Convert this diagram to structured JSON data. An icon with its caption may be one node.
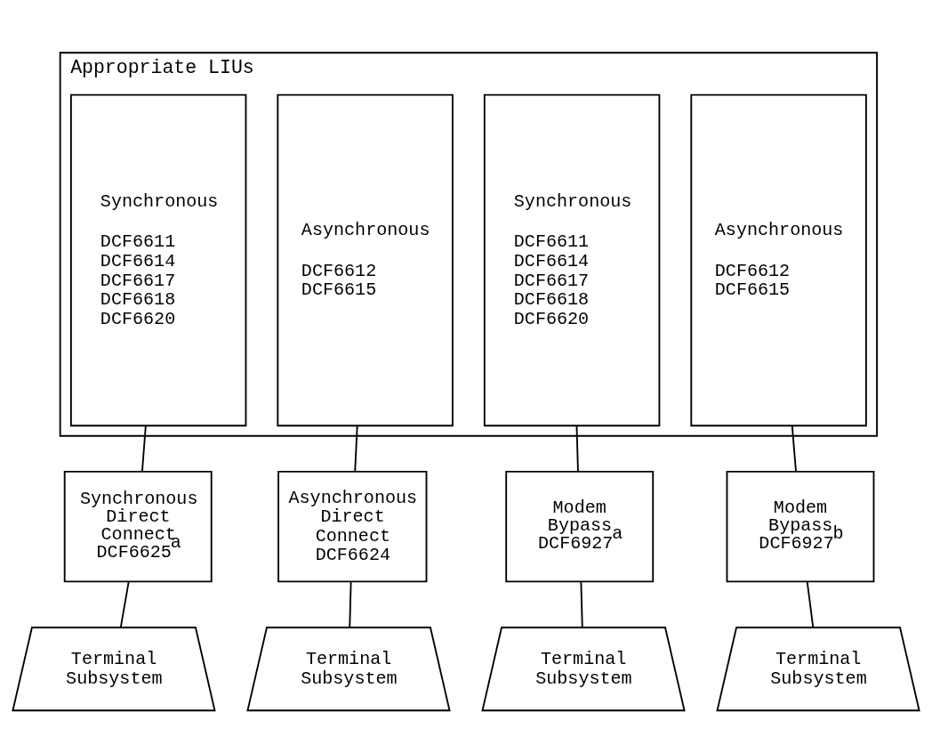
{
  "diagram": {
    "nodes": [
      {
        "text": [
          "Appropriate LIUs"
        ]
      },
      {
        "text": [
          "Synchronous",
          "DCF6611",
          "DCF6614",
          "DCF6617",
          "DCF6618",
          "DCF6620"
        ],
        "in": 0
      },
      {
        "text": [
          "Asynchronous",
          "DCF6612",
          "DCF6615"
        ],
        "in": 0
      },
      {
        "text": [
          "Synchronous",
          "DCF6611",
          "DCF6614",
          "DCF6617",
          "DCF6618",
          "DCF6620"
        ],
        "in": 0
      },
      {
        "text": [
          "Asynchronous",
          "DCF6612",
          "DCF6615"
        ],
        "in": 0
      },
      {
        "text": [
          "Synchronous Direct Connect DCF6625$^{a}$"
        ]
      },
      {
        "text": [
          "Asynchronous Direct Connect DCF6624"
        ]
      },
      {
        "text": [
          "Modem Bypass DCF6927$^{a}$"
        ]
      },
      {
        "text": [
          "Modem Bypass DCF6927$^{b}$"
        ]
      },
      {
        "text": [
          "Terminal Subsystem"
        ]
      },
      {
        "text": [
          "Terminal Subsystem"
        ]
      },
      {
        "text": [
          "Terminal Subsystem"
        ]
      },
      {
        "text": [
          "Terminal Subsystem"
        ]
      }
    ],
    "edges": [
      {
        "from": 1,
        "to": 5,
        "arrow": "none"
      },
      {
        "from": 2,
        "to": 6,
        "arrow": "none"
      },
      {
        "from": 3,
        "to": 7,
        "arrow": "none"
      },
      {
        "from": 4,
        "to": 8,
        "arrow": "none"
      },
      {
        "from": 5,
        "to": 9,
        "arrow": "none"
      },
      {
        "from": 6,
        "to": 10,
        "arrow": "none"
      },
      {
        "from": 7,
        "to": 11,
        "arrow": "none"
      },
      {
        "from": 8,
        "to": 12,
        "arrow": "none"
      }
    ]
  }
}
